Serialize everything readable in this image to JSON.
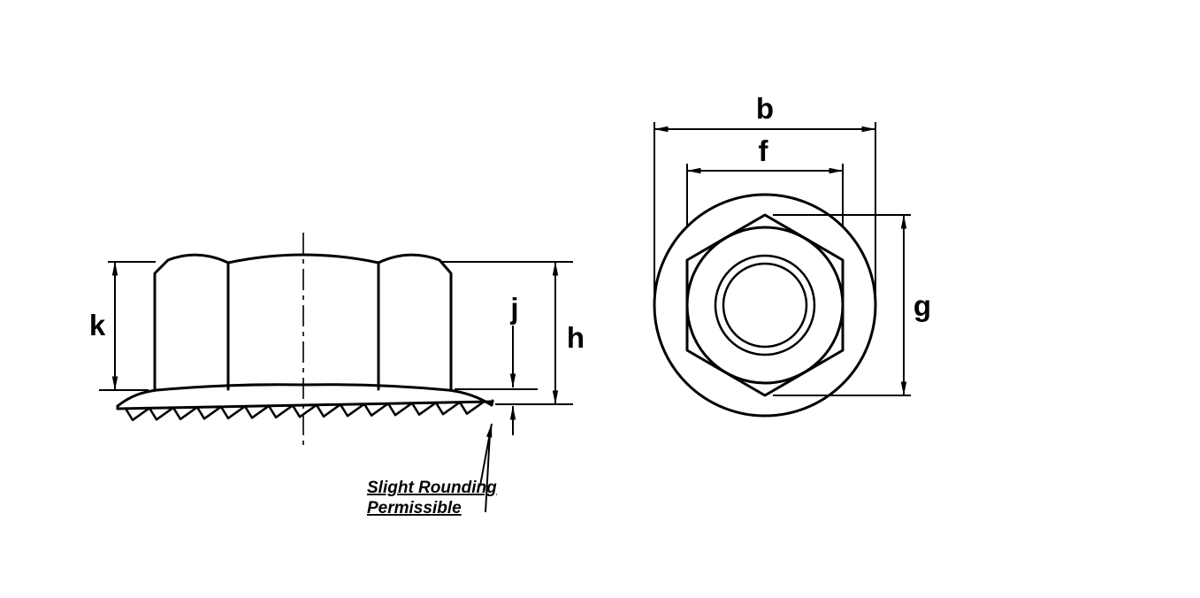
{
  "colors": {
    "line": "#000000",
    "background": "#ffffff"
  },
  "dimension_labels": {
    "b": "b",
    "f": "f",
    "g": "g",
    "h": "h",
    "j": "j",
    "k": "k"
  },
  "annotation": {
    "line1": "Slight Rounding",
    "line2": "Permissible"
  }
}
